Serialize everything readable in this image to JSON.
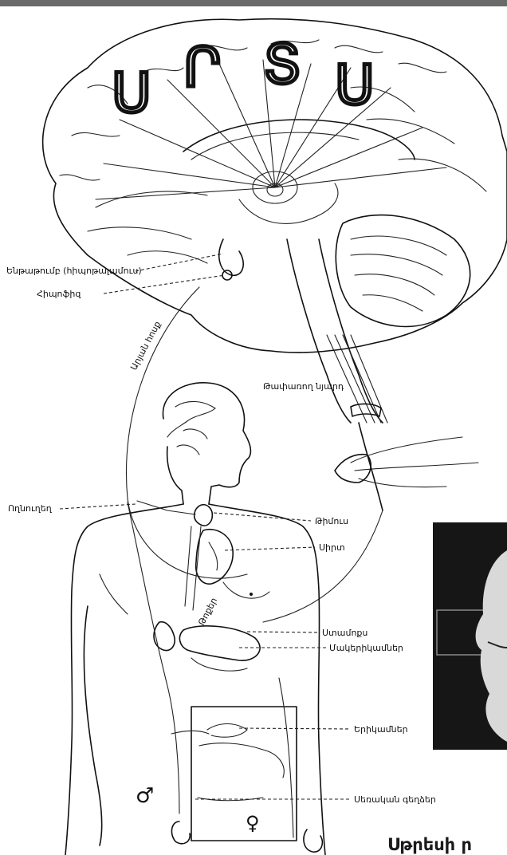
{
  "brain_lettering": [
    "Ս",
    "Ր",
    "Տ",
    "Ս"
  ],
  "labels": {
    "hypothalamus": "Ենթաթումբ (հիպոթալամուս)",
    "pituitary": "Հիպոֆիզ",
    "blood_vessels": "Արյան հոսք",
    "vagus_nerve": "Թափառող նյարդ",
    "thymus": "Թիմուս",
    "lungs": "Թոքեր",
    "heart": "Սիրտ",
    "stomach": "Ստամոքս",
    "adrenal": "Մակերիկամներ",
    "kidneys": "Երիկամներ",
    "gonads": "Սեռական գեղձեր",
    "spine_label": "Ողնուղեղ"
  },
  "symbols": {
    "male": "♂",
    "female": "♀"
  },
  "caption": "Սթրեսի ր",
  "colors": {
    "ink": "#111111",
    "photo_bg": "#161616",
    "photo_face": "#d9d9d9"
  }
}
